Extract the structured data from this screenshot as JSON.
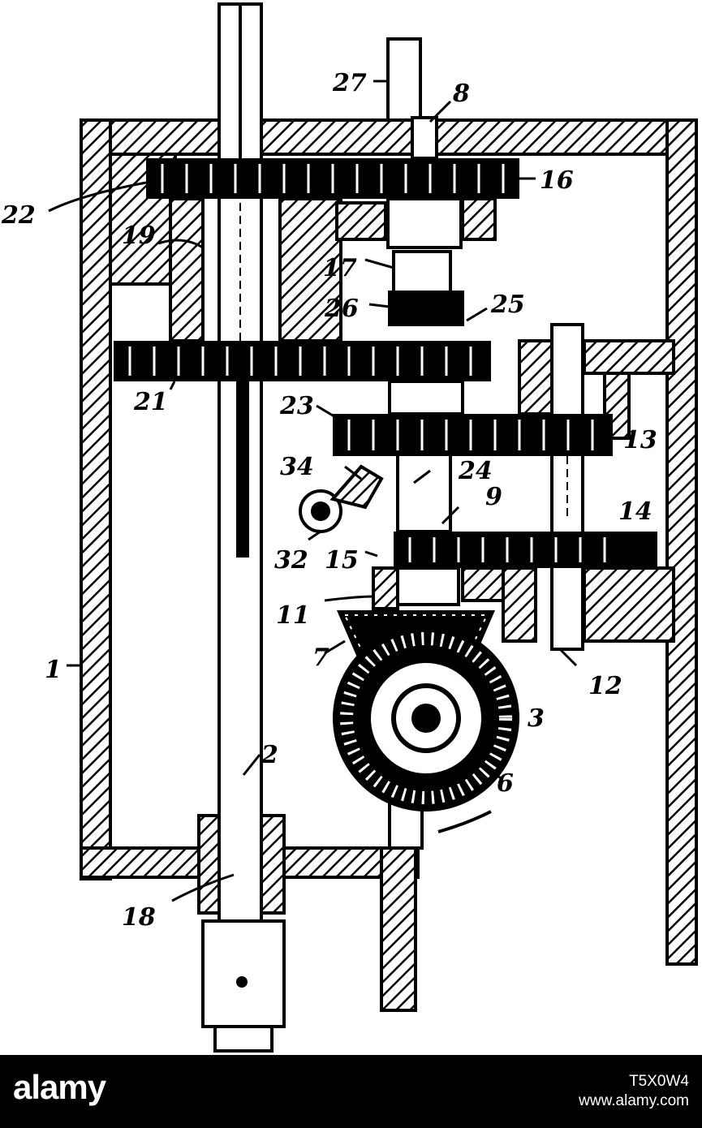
{
  "figure": {
    "labels": [
      "1",
      "2",
      "3",
      "6",
      "7",
      "8",
      "9",
      "11",
      "12",
      "13",
      "14",
      "15",
      "16",
      "17",
      "18",
      "19",
      "21",
      "22",
      "23",
      "24",
      "25",
      "26",
      "27",
      "32",
      "34"
    ]
  },
  "footer": {
    "brand": "alamy",
    "image_id": "T5X0W4",
    "url": "www.alamy.com"
  },
  "colors": {
    "ink": "#000000",
    "paper": "#ffffff",
    "footer_bg": "#000000",
    "footer_text": "#ffffff"
  }
}
